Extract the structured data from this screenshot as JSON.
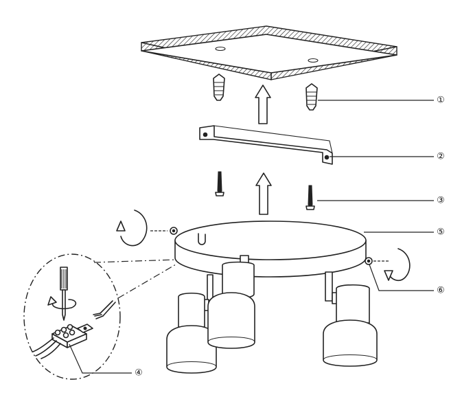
{
  "callouts": [
    {
      "id": "1",
      "label": "①"
    },
    {
      "id": "2",
      "label": "②"
    },
    {
      "id": "3",
      "label": "③"
    },
    {
      "id": "4",
      "label": "④"
    },
    {
      "id": "5",
      "label": "⑤"
    },
    {
      "id": "6",
      "label": "⑥"
    }
  ]
}
